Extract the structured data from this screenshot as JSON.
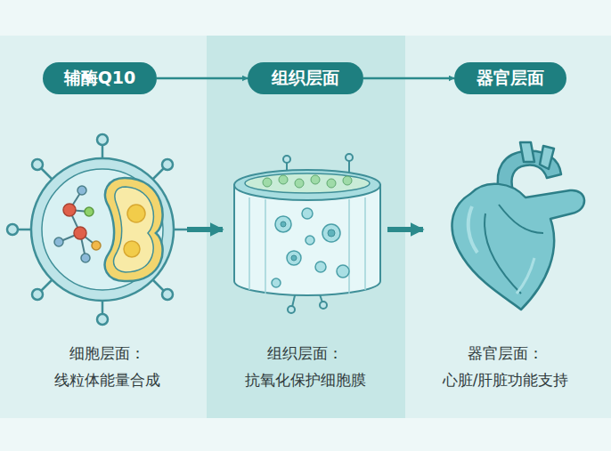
{
  "diagram": {
    "nodes": [
      {
        "text": [
          "辅酶Q10"
        ]
      },
      {
        "text": [
          "组织层面"
        ]
      },
      {
        "text": [
          "器官层面"
        ]
      },
      {
        "text": [
          "细胞层面：",
          "线粒体能量合成"
        ]
      },
      {
        "text": [
          "组织层面：",
          "抗氧化保护细胞膜"
        ]
      },
      {
        "text": [
          "器官层面：",
          "心脏/肝脏功能支持"
        ]
      }
    ],
    "edges": [
      {
        "from": 0,
        "to": 1,
        "arrow": "to"
      },
      {
        "from": 1,
        "to": 2,
        "arrow": "to"
      },
      {
        "from": 3,
        "to": 4,
        "arrow": "to"
      },
      {
        "from": 4,
        "to": 5,
        "arrow": "to"
      }
    ]
  }
}
